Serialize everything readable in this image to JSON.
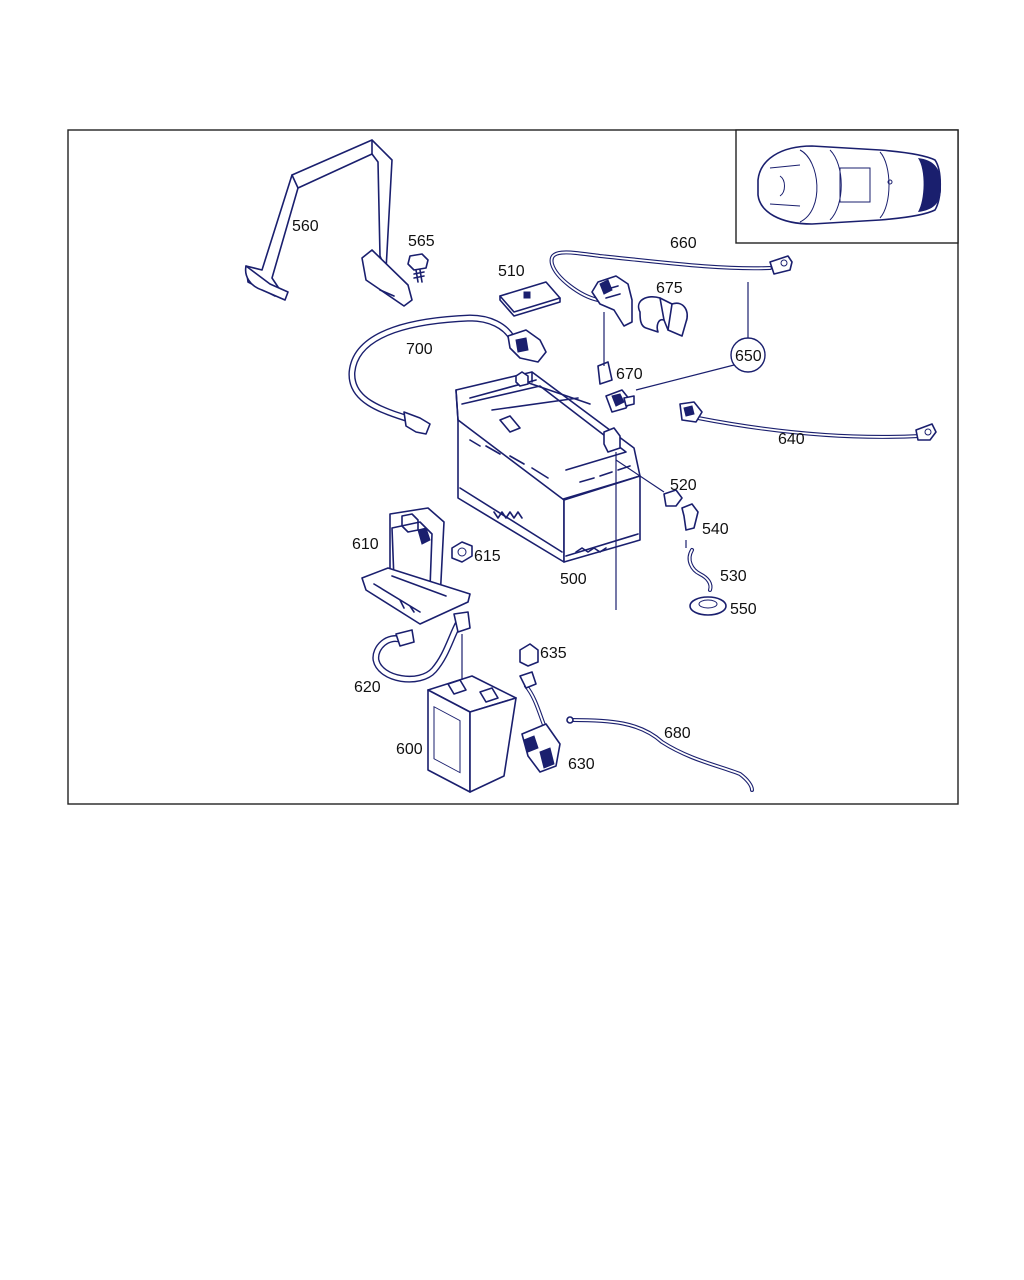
{
  "diagram": {
    "colors": {
      "line": "#1a1f6e",
      "background": "#ffffff",
      "text": "#111111"
    },
    "callouts": {
      "c500": "500",
      "c510": "510",
      "c520": "520",
      "c530": "530",
      "c540": "540",
      "c550": "550",
      "c560": "560",
      "c565": "565",
      "c600": "600",
      "c610": "610",
      "c615": "615",
      "c620": "620",
      "c630": "630",
      "c635": "635",
      "c640": "640",
      "c650": "650",
      "c660": "660",
      "c670": "670",
      "c675": "675",
      "c680": "680",
      "c700": "700"
    }
  }
}
